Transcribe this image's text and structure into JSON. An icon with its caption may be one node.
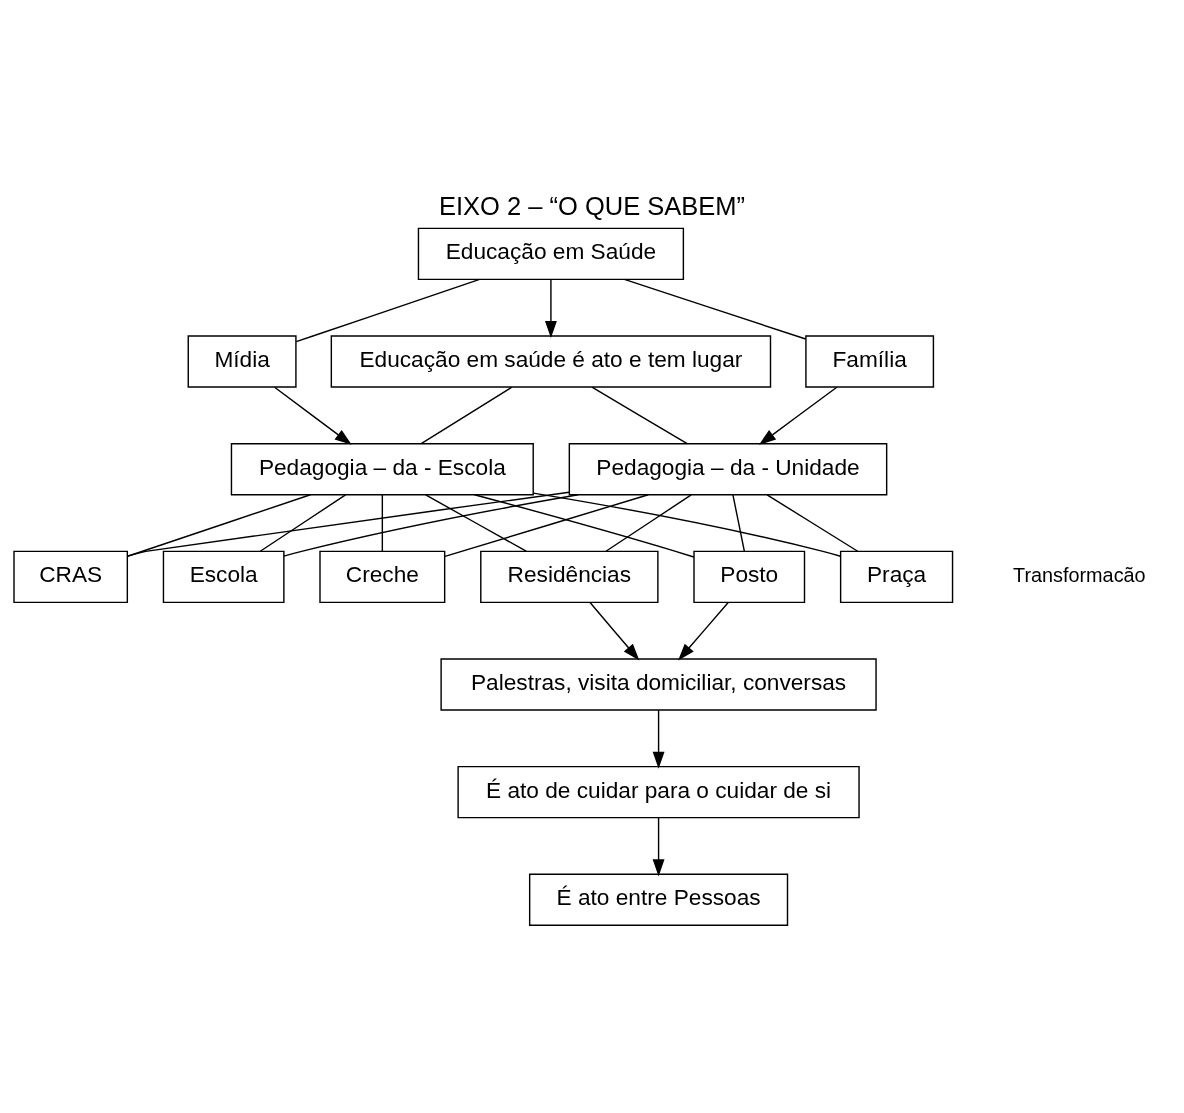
{
  "diagram": {
    "title": "EIXO 2 – “O QUE SABEM”",
    "nodes": [
      {
        "text": [
          "Educação em Saúde"
        ]
      },
      {
        "text": [
          "Família"
        ]
      },
      {
        "text": [
          "Mídia"
        ]
      },
      {
        "text": [
          "Educação em saúde é ato e tem lugar"
        ]
      },
      {
        "text": [
          "Pedagogia – da - Unidade"
        ]
      },
      {
        "text": [
          "Pedagogia – da - Escola"
        ]
      },
      {
        "text": [
          "Posto"
        ]
      },
      {
        "text": [
          "Praça"
        ]
      },
      {
        "text": [
          "CRAS"
        ]
      },
      {
        "text": [
          "Escola"
        ]
      },
      {
        "text": [
          "Creche"
        ]
      },
      {
        "text": [
          "Residências"
        ]
      },
      {
        "text": [
          "Palestras, visita domiciliar, conversas"
        ]
      },
      {
        "text": [
          "É ato de cuidar para o cuidar de si"
        ]
      },
      {
        "text": [
          "É ato entre Pessoas"
        ]
      }
    ],
    "edges": [
      {
        "from": 0,
        "to": 1,
        "arrow": "none"
      },
      {
        "from": 0,
        "to": 2,
        "arrow": "none"
      },
      {
        "from": 0,
        "to": 3,
        "arrow": "to"
      },
      {
        "from": 1,
        "to": 4,
        "arrow": "to"
      },
      {
        "from": 2,
        "to": 5,
        "arrow": "to"
      },
      {
        "from": 3,
        "to": 4,
        "arrow": "none"
      },
      {
        "from": 3,
        "to": 5,
        "arrow": "none"
      },
      {
        "from": 4,
        "to": 6,
        "arrow": "none"
      },
      {
        "from": 4,
        "to": 7,
        "arrow": "none"
      },
      {
        "from": 4,
        "to": 8,
        "arrow": "none"
      },
      {
        "from": 4,
        "to": 9,
        "arrow": "none"
      },
      {
        "from": 4,
        "to": 10,
        "arrow": "none"
      },
      {
        "from": 4,
        "to": 11,
        "arrow": "none"
      },
      {
        "from": 5,
        "to": 6,
        "arrow": "none"
      },
      {
        "from": 5,
        "to": 7,
        "arrow": "none"
      },
      {
        "from": 5,
        "to": 8,
        "arrow": "none"
      },
      {
        "from": 5,
        "to": 9,
        "arrow": "none"
      },
      {
        "from": 5,
        "to": 10,
        "arrow": "none"
      },
      {
        "from": 5,
        "to": 11,
        "arrow": "none"
      },
      {
        "from": 6,
        "to": 12,
        "arrow": "to"
      },
      {
        "from": 11,
        "to": 12,
        "arrow": "to"
      },
      {
        "from": 12,
        "to": 13,
        "arrow": "to"
      },
      {
        "from": 13,
        "to": 14,
        "arrow": "to"
      }
    ],
    "labels": [
      "Transformacão"
    ]
  }
}
